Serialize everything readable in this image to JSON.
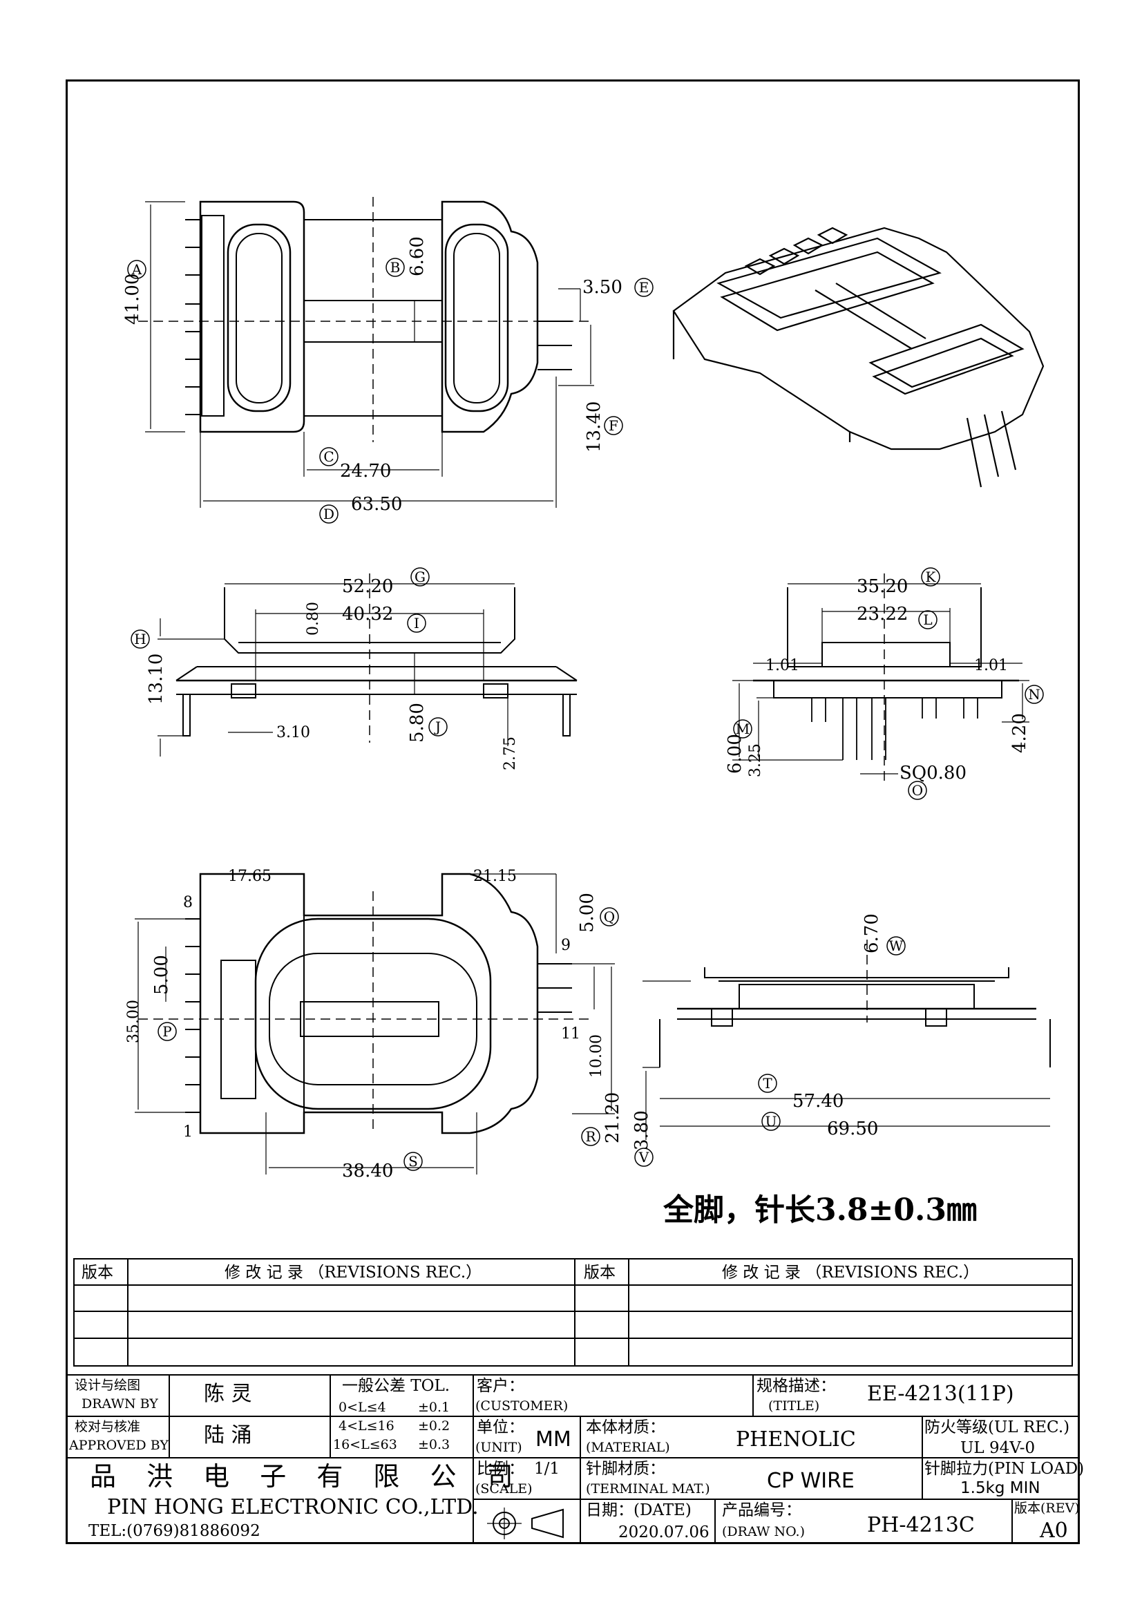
{
  "views": {
    "top": {
      "dims": {
        "A": "41.00",
        "B": "6.60",
        "C": "24.70",
        "D": "63.50",
        "E": "3.50",
        "F": "13.40"
      }
    },
    "front": {
      "dims": {
        "G": "52.20",
        "I": "40.32",
        "H": "13.10",
        "h_small": "0.80",
        "J": "5.80",
        "pin_offset": "3.10",
        "pin_len": "2.75"
      }
    },
    "side": {
      "dims": {
        "K": "35.20",
        "L": "23.22",
        "left_gap": "1.01",
        "right_gap": "1.01",
        "M": "6.00",
        "m_small": "3.25",
        "N": "4.20",
        "O": "SQ0.80"
      }
    },
    "bottom": {
      "dims": {
        "d1": "17.65",
        "d2": "21.15",
        "Q": "5.00",
        "P": "5.00",
        "height": "35.00",
        "S": "38.40",
        "R": "21.20",
        "r_small": "10.00"
      },
      "pins": {
        "top_left": "8",
        "bottom_left": "1",
        "top_right": "9",
        "bottom_right": "11"
      }
    },
    "side2": {
      "dims": {
        "W": "6.70",
        "T": "57.40",
        "U": "69.50",
        "V": "3.80"
      }
    }
  },
  "labels": [
    "A",
    "B",
    "C",
    "D",
    "E",
    "F",
    "G",
    "H",
    "I",
    "J",
    "K",
    "L",
    "M",
    "N",
    "O",
    "P",
    "Q",
    "R",
    "S",
    "T",
    "U",
    "V",
    "W"
  ],
  "note": "全脚，针长3.8±0.3㎜",
  "revisions": {
    "col_version": "版本",
    "col_record": "修 改 记 录 （REVISIONS REC.）"
  },
  "title_block": {
    "designed_cn": "设计与绘图",
    "designed_en": "DRAWN BY",
    "designer": "陈 灵",
    "approved_cn": "校对与核准",
    "approved_en": "APPROVED BY",
    "approver": "陆 涌",
    "tol_title": "一般公差 TOL.",
    "tol_rows": [
      {
        "range": "0<L≤4",
        "tol": "±0.1"
      },
      {
        "range": "4<L≤16",
        "tol": "±0.2"
      },
      {
        "range": "16<L≤63",
        "tol": "±0.3"
      }
    ],
    "company_cn": "品 洪 电 子 有 限 公 司",
    "company_en": "PIN HONG ELECTRONIC CO.,LTD.",
    "tel": "TEL:(0769)81886092",
    "customer_cn": "客户：",
    "customer_en": "(CUSTOMER)",
    "title_cn": "规格描述：",
    "title_en": "(TITLE)",
    "title_value": "EE-4213(11P)",
    "unit_cn": "单位：",
    "unit_en": "(UNIT)",
    "unit_value": "MM",
    "material_cn": "本体材质：",
    "material_en": "(MATERIAL)",
    "material_value": "PHENOLIC",
    "fire_cn": "防火等级(UL REC.)",
    "fire_value": "UL 94V-0",
    "scale_cn": "比例：",
    "scale_value": "1/1",
    "scale_en": "(SCALE)",
    "terminal_cn": "针脚材质：",
    "terminal_en": "(TERMINAL MAT.)",
    "terminal_value": "CP WIRE",
    "pinload_cn": "针脚拉力(PIN LOAD)",
    "pinload_value": "1.5kg MIN",
    "date_cn": "日期：(DATE)",
    "date_value": "2020.07.06",
    "drawno_cn": "产品编号：",
    "drawno_en": "(DRAW NO.)",
    "drawno_value": "PH-4213C",
    "rev_cn": "版本(REV)",
    "rev_value": "A0"
  }
}
